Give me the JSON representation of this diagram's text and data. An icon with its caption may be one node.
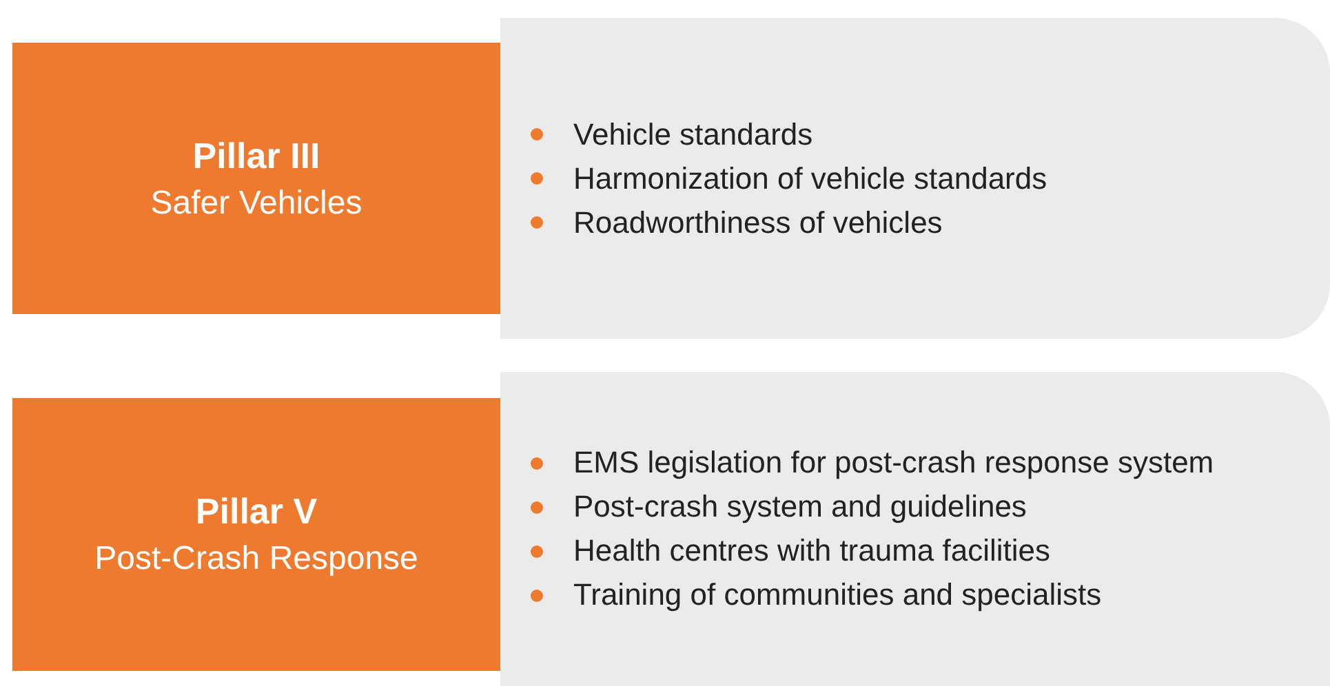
{
  "diagram": {
    "nodes": [
      {
        "text": [
          "Pillar III",
          "Safer Vehicles"
        ]
      },
      {
        "text": [
          "Vehicle standards",
          "Harmonization of vehicle standards",
          "Roadworthiness of vehicles"
        ]
      },
      {
        "text": [
          "Pillar V",
          "Post-Crash Response"
        ]
      },
      {
        "text": [
          "EMS legislation for post-crash response system",
          "Post-crash system and guidelines",
          "Health centres with trauma facilities",
          "Training of communities and specialists"
        ]
      }
    ]
  }
}
